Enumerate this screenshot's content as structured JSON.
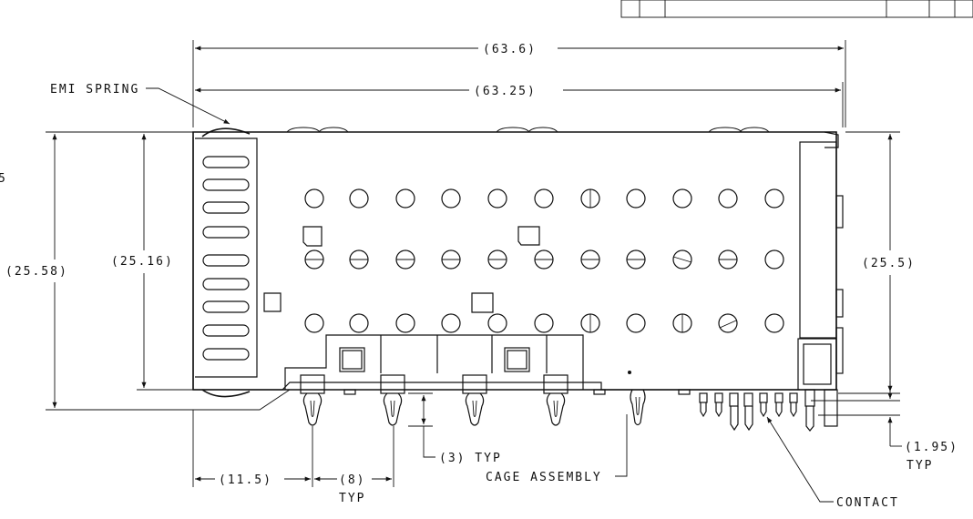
{
  "dimensions": {
    "overall_length": "(63.6)",
    "cage_length": "(63.25)",
    "left_height": "(25.58)",
    "inner_height": "(25.16)",
    "right_height": "(25.5)",
    "pitch_start": "(11.5)",
    "pitch": "(8)",
    "pitch_note": "TYP",
    "pin_len": "(3) TYP",
    "contact_offset": "(1.95)",
    "contact_offset_note": "TYP",
    "left_edge_partial": "5"
  },
  "labels": {
    "emi_spring": "EMI SPRING",
    "cage_assembly": "CAGE ASSEMBLY",
    "contact": "CONTACT"
  }
}
